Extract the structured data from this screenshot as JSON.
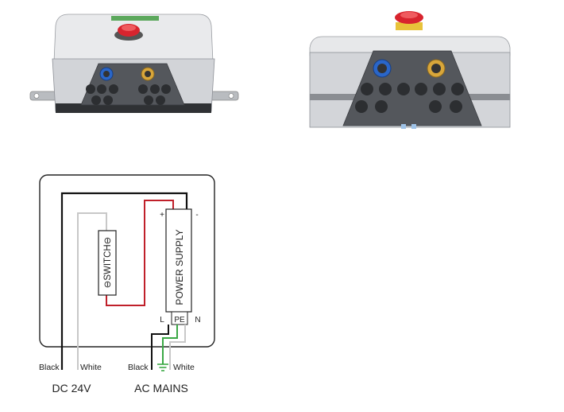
{
  "product_views": {
    "front_view": {
      "description_icon": "enclosure-front-icon"
    },
    "side_view": {
      "description_icon": "enclosure-side-icon"
    }
  },
  "wiring_diagram": {
    "switch_label": "⊖SWITCH⊖",
    "power_supply_label": "POWER SUPPLY",
    "plus_label": "+",
    "minus_label": "-",
    "l_label": "L",
    "pe_label": "PE",
    "n_label": "N",
    "wire_labels": {
      "black_left": "Black",
      "white_left": "White",
      "black_right": "Black",
      "white_right": "White"
    },
    "group_labels": {
      "dc": "DC 24V",
      "ac": "AC MAINS"
    },
    "colors": {
      "black_wire": "#111111",
      "white_wire": "#c8c8c8",
      "red_wire": "#c0202a",
      "green_wire": "#3aa845",
      "frame": "#222222"
    }
  }
}
